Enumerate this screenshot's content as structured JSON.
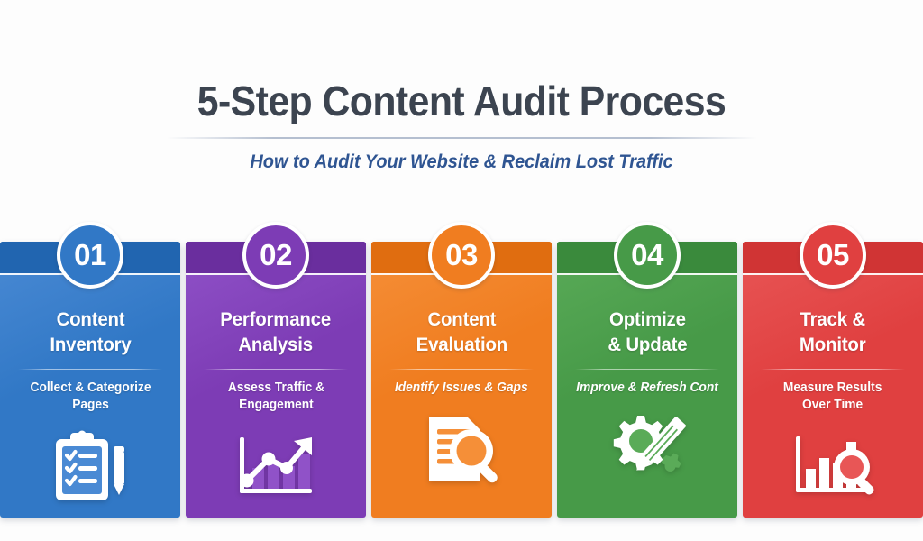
{
  "header": {
    "title": "5-Step Content Audit Process",
    "subtitle": "How to Audit Your Website & Reclaim Lost Traffic",
    "title_color": "#3c4450",
    "subtitle_color": "#2f5592"
  },
  "background_color": "#fdfdfd",
  "cards": [
    {
      "number": "01",
      "title_line1": "Content",
      "title_line2": "Inventory",
      "subtitle_line1": "Collect & Categorize",
      "subtitle_line2": "Pages",
      "icon": "clipboard-checklist-pencil-icon",
      "color": "#3178c6",
      "color_dark": "#2165b0",
      "color_light": "#4a8ad4"
    },
    {
      "number": "02",
      "title_line1": "Performance",
      "title_line2": "Analysis",
      "subtitle_line1": "Assess Traffic &",
      "subtitle_line2": "Engagement",
      "icon": "bar-chart-growth-arrow-icon",
      "color": "#7d3cb5",
      "color_dark": "#6a2e9e",
      "color_light": "#9052c8"
    },
    {
      "number": "03",
      "title_line1": "Content",
      "title_line2": "Evaluation",
      "subtitle_line1": "Identify Issues & Gaps",
      "subtitle_line2": "",
      "icon": "document-magnifier-icon",
      "color": "#f07d20",
      "color_dark": "#e06d10",
      "color_light": "#f58f38"
    },
    {
      "number": "04",
      "title_line1": "Optimize",
      "title_line2": "& Update",
      "subtitle_line1": "Improve & Refresh Cont",
      "subtitle_line2": "",
      "icon": "gear-pencil-icon",
      "color": "#479a48",
      "color_dark": "#3a8a3c",
      "color_light": "#5aab58"
    },
    {
      "number": "05",
      "title_line1": "Track &",
      "title_line2": "Monitor",
      "subtitle_line1": "Measure Results",
      "subtitle_line2": "Over Time",
      "icon": "bar-chart-magnifier-icon",
      "color": "#e04040",
      "color_dark": "#d03434",
      "color_light": "#e85656"
    }
  ]
}
